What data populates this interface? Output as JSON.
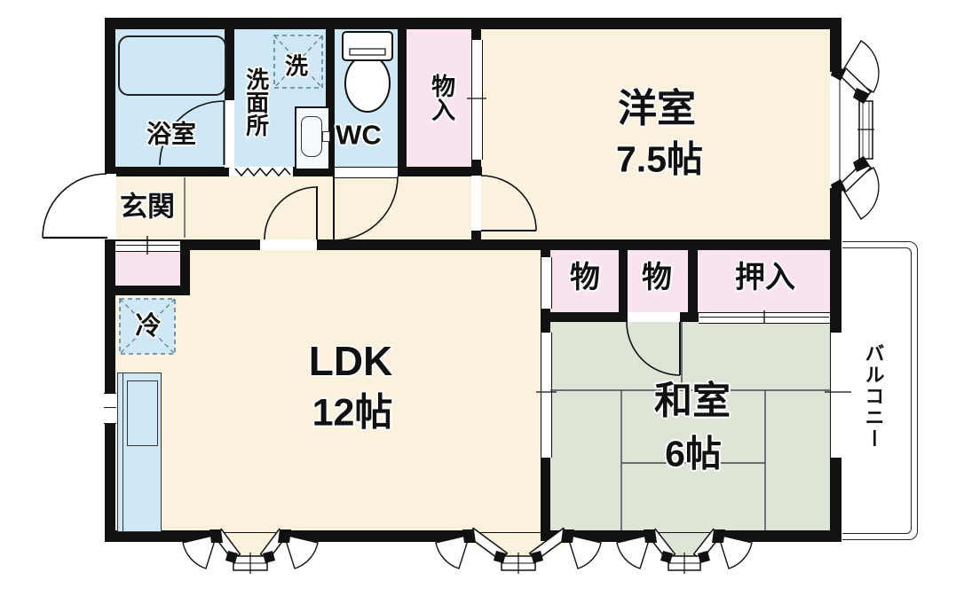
{
  "colors": {
    "floor": "#FBF2DE",
    "water": "#CFE8F5",
    "closet": "#F9E3EF",
    "tatami": "#DFE5D6",
    "wall": "#111111",
    "line": "#333333"
  },
  "rooms": {
    "bath": {
      "label": "浴室"
    },
    "washroom": {
      "label": "洗面所"
    },
    "washer": {
      "label": "洗"
    },
    "wc": {
      "label": "WC"
    },
    "storage": {
      "label": "物入"
    },
    "western": {
      "label": "洋室",
      "size": "7.5帖"
    },
    "entrance": {
      "label": "玄関"
    },
    "ldk": {
      "label": "LDK",
      "size": "12帖"
    },
    "fridge": {
      "label": "冷"
    },
    "closet_a": {
      "label": "物"
    },
    "closet_b": {
      "label": "物"
    },
    "oshiire": {
      "label": "押入"
    },
    "japanese": {
      "label": "和室",
      "size": "6帖"
    },
    "balcony": {
      "label": "バルコニー"
    }
  }
}
